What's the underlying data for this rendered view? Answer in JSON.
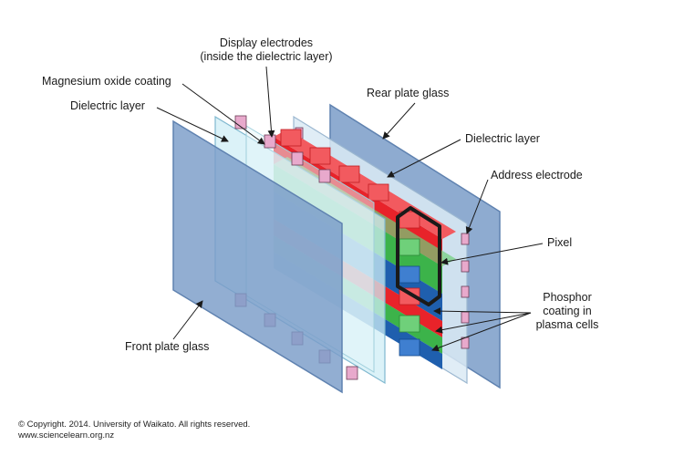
{
  "labels": {
    "display_electrodes_1": "Display electrodes",
    "display_electrodes_2": "(inside the dielectric layer)",
    "magnesium_oxide": "Magnesium oxide coating",
    "dielectric_front": "Dielectric layer",
    "rear_plate": "Rear plate glass",
    "dielectric_rear": "Dielectric layer",
    "address_electrode": "Address electrode",
    "pixel": "Pixel",
    "phosphor_1": "Phosphor",
    "phosphor_2": "coating in",
    "phosphor_3": "plasma cells",
    "front_plate": "Front plate glass"
  },
  "footer": {
    "copyright": "© Copyright. 2014. University of Waikato. All rights reserved.",
    "website": "www.sciencelearn.org.nz"
  },
  "colors": {
    "glass": "#7a9cc8",
    "glass_light": "#c9e6f2",
    "red": "#e8232a",
    "green": "#3cb34a",
    "blue": "#1f5fae",
    "electrode": "#e8a9cc",
    "pixel_outline": "#1a1a1a"
  }
}
